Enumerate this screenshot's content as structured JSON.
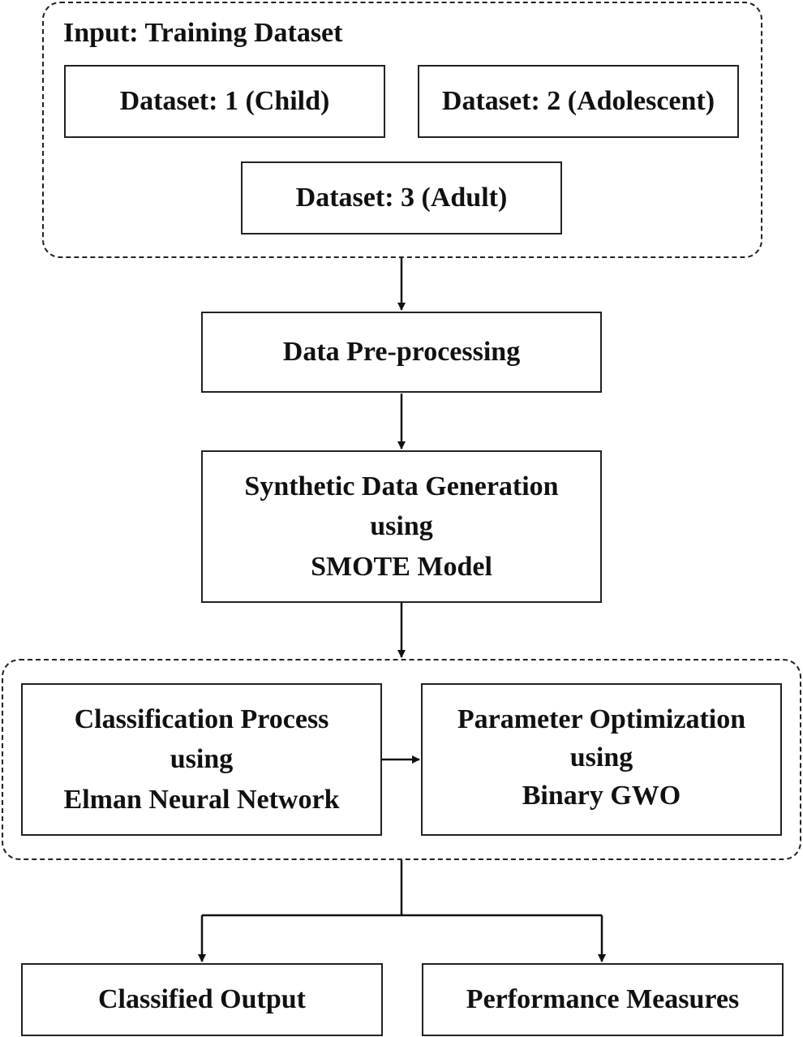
{
  "input_group": {
    "title": "Input: Training Dataset",
    "datasets": [
      "Dataset: 1 (Child)",
      "Dataset: 2 (Adolescent)",
      "Dataset: 3 (Adult)"
    ]
  },
  "steps": {
    "preprocessing": "Data Pre-processing",
    "synthetic": [
      "Synthetic Data Generation",
      "using",
      "SMOTE Model"
    ]
  },
  "model_group": {
    "classification": [
      "Classification Process",
      "using",
      "Elman Neural Network"
    ],
    "optimization": [
      "Parameter Optimization",
      "using",
      "Binary GWO"
    ]
  },
  "outputs": {
    "classified": "Classified Output",
    "performance": "Performance Measures"
  }
}
